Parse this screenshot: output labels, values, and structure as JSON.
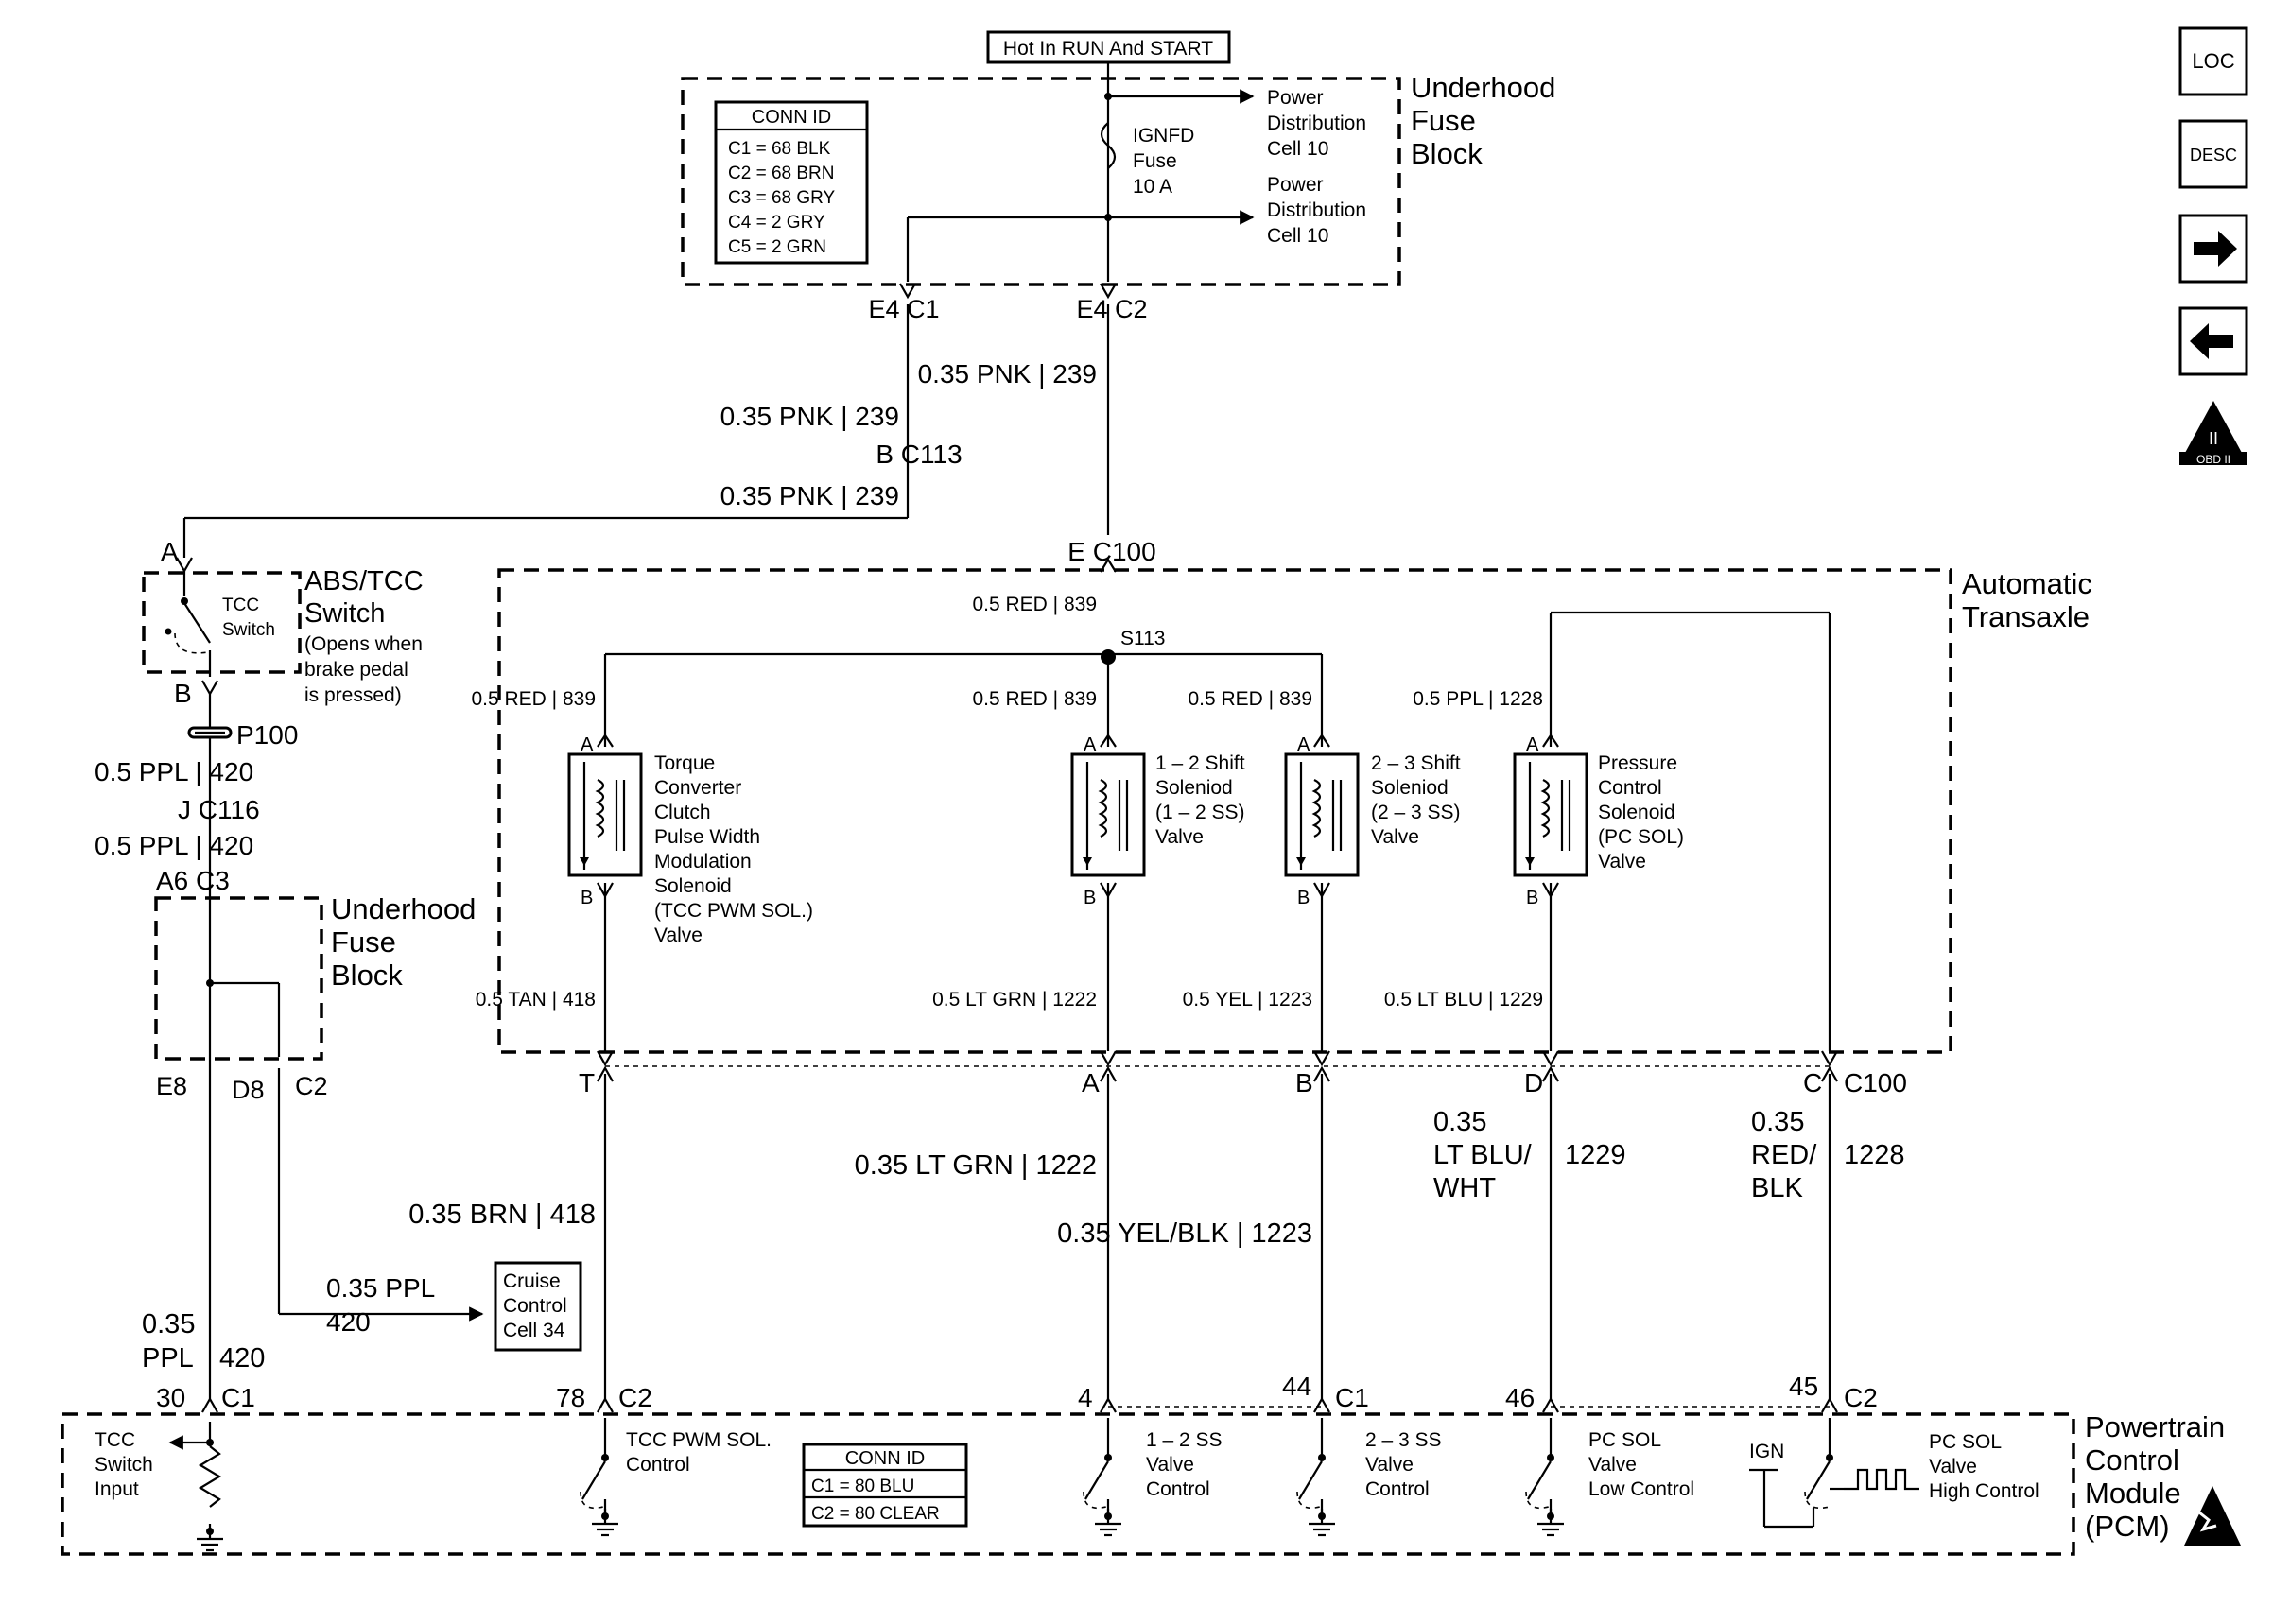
{
  "hot_label": "Hot In RUN And START",
  "underhood_fuse_block_top": [
    "Underhood",
    "Fuse",
    "Block"
  ],
  "conn_id_top": {
    "title": "CONN ID",
    "rows": [
      "C1 = 68 BLK",
      "C2 = 68 BRN",
      "C3 = 68 GRY",
      "C4 = 2 GRY",
      "C5 = 2 GRN"
    ]
  },
  "fuse": [
    "IGNFD",
    "Fuse",
    "10 A"
  ],
  "power_dist_1": [
    "Power",
    "Distribution",
    "Cell 10"
  ],
  "power_dist_2": [
    "Power",
    "Distribution",
    "Cell 10"
  ],
  "conn_e4c1": "E4 C1",
  "conn_e4c2": "E4 C2",
  "wire_239_a": "0.35 PNK | 239",
  "wire_239_b": "0.35 PNK | 239",
  "wire_239_c": "0.35 PNK | 239",
  "conn_bc113": "B C113",
  "conn_a": "A",
  "conn_b": "B",
  "conn_ec100": "E C100",
  "abs_tcc_switch": [
    "ABS/TCC",
    "Switch"
  ],
  "abs_tcc_note": [
    "(Opens when",
    "brake pedal",
    "is pressed)"
  ],
  "tcc_switch_small": [
    "TCC",
    "Switch"
  ],
  "p100": "P100",
  "wire_420_a": "0.5 PPL | 420",
  "wire_420_b": "0.5 PPL | 420",
  "conn_jc116": "J C116",
  "conn_a6c3": "A6 C3",
  "underhood_fuse_block_left": [
    "Underhood",
    "Fuse",
    "Block"
  ],
  "conn_e8": "E8",
  "conn_d8": "D8",
  "conn_c2_left": "C2",
  "automatic_transaxle": [
    "Automatic",
    "Transaxle"
  ],
  "wire_839_main": "0.5 RED | 839",
  "splice_s113": "S113",
  "wire_839_tcc": "0.5 RED | 839",
  "wire_839_12": "0.5 RED | 839",
  "wire_839_23": "0.5 RED | 839",
  "wire_1228_top": "0.5 PPL | 1228",
  "pin_a": "A",
  "pin_b": "B",
  "solenoid_tcc": [
    "Torque",
    "Converter",
    "Clutch",
    "Pulse Width",
    "Modulation",
    "Solenoid",
    "(TCC PWM SOL.)",
    "Valve"
  ],
  "solenoid_12": [
    "1 – 2 Shift",
    "Soleniod",
    "(1 – 2 SS)",
    "Valve"
  ],
  "solenoid_23": [
    "2 – 3 Shift",
    "Soleniod",
    "(2 – 3 SS)",
    "Valve"
  ],
  "solenoid_pc": [
    "Pressure",
    "Control",
    "Solenoid",
    "(PC SOL)",
    "Valve"
  ],
  "wire_418_small": "0.5 TAN | 418",
  "wire_1222_small": "0.5 LT GRN | 1222",
  "wire_1223_small": "0.5 YEL | 1223",
  "wire_1229_small": "0.5 LT BLU | 1229",
  "c100_pins": [
    "T",
    "A",
    "B",
    "D",
    "C"
  ],
  "c100_label": "C100",
  "wire_418": "0.35 BRN | 418",
  "wire_1222": "0.35 LT GRN | 1222",
  "wire_1223": "0.35 YEL/BLK | 1223",
  "wire_1229_gauge": [
    "0.35",
    "LT BLU/",
    "WHT"
  ],
  "wire_1229_circuit": "1229",
  "wire_1228_gauge": [
    "0.35",
    "RED/",
    "BLK"
  ],
  "wire_1228_circuit": "1228",
  "wire_ppl_cruise": [
    "0.35 PPL",
    "420"
  ],
  "cruise_control": [
    "Cruise",
    "Control",
    "Cell 34"
  ],
  "wire_420_pcm_gauge": [
    "0.35",
    "PPL"
  ],
  "wire_420_pcm_circuit": "420",
  "pcm_conn_30": "30",
  "pcm_conn_c1": "C1",
  "pcm_conn_78": "78",
  "pcm_conn_c2": "C2",
  "pcm_conn_4": "4",
  "pcm_conn_44": "44",
  "pcm_conn_c1b": "C1",
  "pcm_conn_46": "46",
  "pcm_conn_45": "45",
  "pcm_conn_c2b": "C2",
  "tcc_switch_input": [
    "TCC",
    "Switch",
    "Input"
  ],
  "tcc_pwm_control": [
    "TCC PWM SOL.",
    "Control"
  ],
  "conn_id_pcm": {
    "title": "CONN ID",
    "rows": [
      "C1 = 80 BLU",
      "C2 = 80 CLEAR"
    ]
  },
  "ss12_control": [
    "1 – 2 SS",
    "Valve",
    "Control"
  ],
  "ss23_control": [
    "2 – 3 SS",
    "Valve",
    "Control"
  ],
  "pcsol_low": [
    "PC SOL",
    "Valve",
    "Low Control"
  ],
  "ign_label": "IGN",
  "pcsol_high": [
    "PC SOL",
    "Valve",
    "High Control"
  ],
  "pcm_title": [
    "Powertrain",
    "Control",
    "Module",
    "(PCM)"
  ],
  "nav_loc": "LOC",
  "nav_desc": "DESC",
  "obd_badge": "OBD II",
  "obd_numeral": "II"
}
